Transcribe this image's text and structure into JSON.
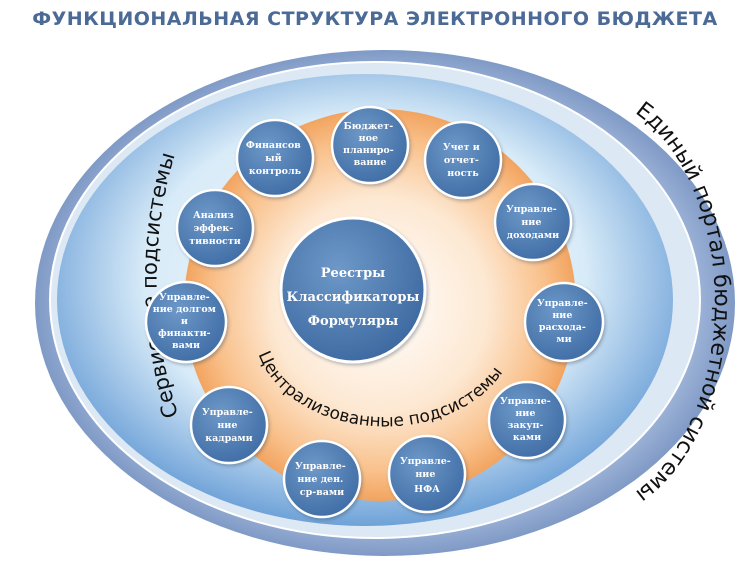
{
  "title": "ФУНКЦИОНАЛЬНАЯ СТРУКТУРА ЭЛЕКТРОННОГО БЮДЖЕТА",
  "outer_ring_label": "Единый портал бюджетной системы",
  "service_label": "Сервисные подсистемы",
  "centralized_label": "Централизованные подсистемы",
  "center": {
    "lines": [
      "Реестры",
      "Классификаторы",
      "Формуляры"
    ]
  },
  "nodes": [
    {
      "id": "budget-planning",
      "lines": [
        "Бюджет-",
        "ное",
        "планиро-",
        "вание"
      ]
    },
    {
      "id": "accounting-reporting",
      "lines": [
        "Учет и",
        "отчет-",
        "ность"
      ]
    },
    {
      "id": "revenue-management",
      "lines": [
        "Управле-",
        "ние",
        "доходами"
      ]
    },
    {
      "id": "expense-management",
      "lines": [
        "Управле-",
        "ние",
        "расхода-",
        "ми"
      ]
    },
    {
      "id": "procurement-management",
      "lines": [
        "Управле-",
        "ние",
        "закуп-",
        "ками"
      ]
    },
    {
      "id": "nfa-management",
      "lines": [
        "Управле-",
        "ние",
        "НФА"
      ]
    },
    {
      "id": "cash-management",
      "lines": [
        "Управле-",
        "ние ден.",
        "ср-вами"
      ]
    },
    {
      "id": "hr-management",
      "lines": [
        "Управле-",
        "ние",
        "кадрами"
      ]
    },
    {
      "id": "debt-management",
      "lines": [
        "Управле-",
        "ние долгом",
        "и",
        "финакти-",
        "вами"
      ]
    },
    {
      "id": "efficiency-analysis",
      "lines": [
        "Анализ",
        "эффек-",
        "тивности"
      ]
    },
    {
      "id": "financial-control",
      "lines": [
        "Финансов",
        "ый",
        "контроль"
      ]
    }
  ],
  "colors": {
    "title": "#4b6a96",
    "outer_ring": "#8fa8d0",
    "service_fill": "#cfe4f6",
    "centralized_ring": "#f6b77b",
    "node_fill": "#4f7eb5",
    "center_fill": "#4a78b0",
    "node_border": "#ffffff"
  }
}
